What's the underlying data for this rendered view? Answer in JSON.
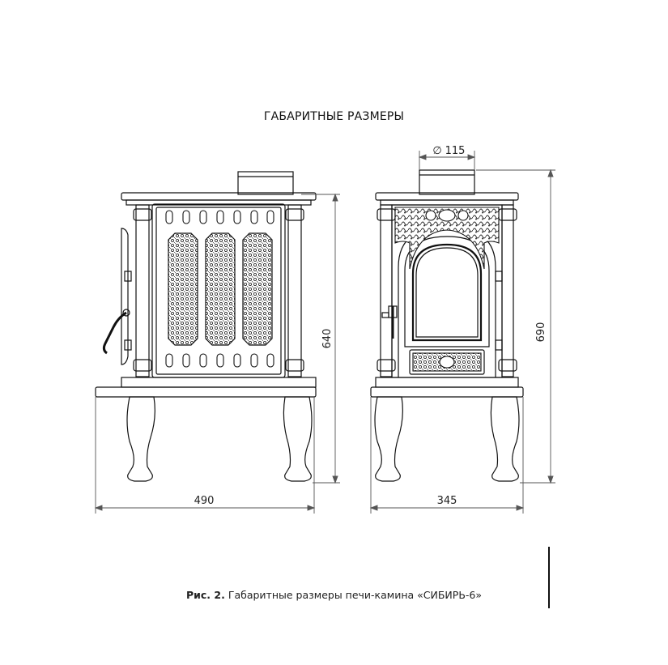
{
  "title": "ГАБАРИТНЫЕ РАЗМЕРЫ",
  "dimensions": {
    "side_width": "490",
    "side_height": "640",
    "front_width": "345",
    "front_height": "690",
    "flue_diameter": "115",
    "diameter_symbol": "∅"
  },
  "caption": {
    "fig_label": "Рис. 2.",
    "text": " Габаритные размеры печи-камина ",
    "model": "«СИБИРЬ-6»"
  },
  "colors": {
    "line": "#111111",
    "dim_line": "#444444",
    "ornament": "#333333"
  }
}
